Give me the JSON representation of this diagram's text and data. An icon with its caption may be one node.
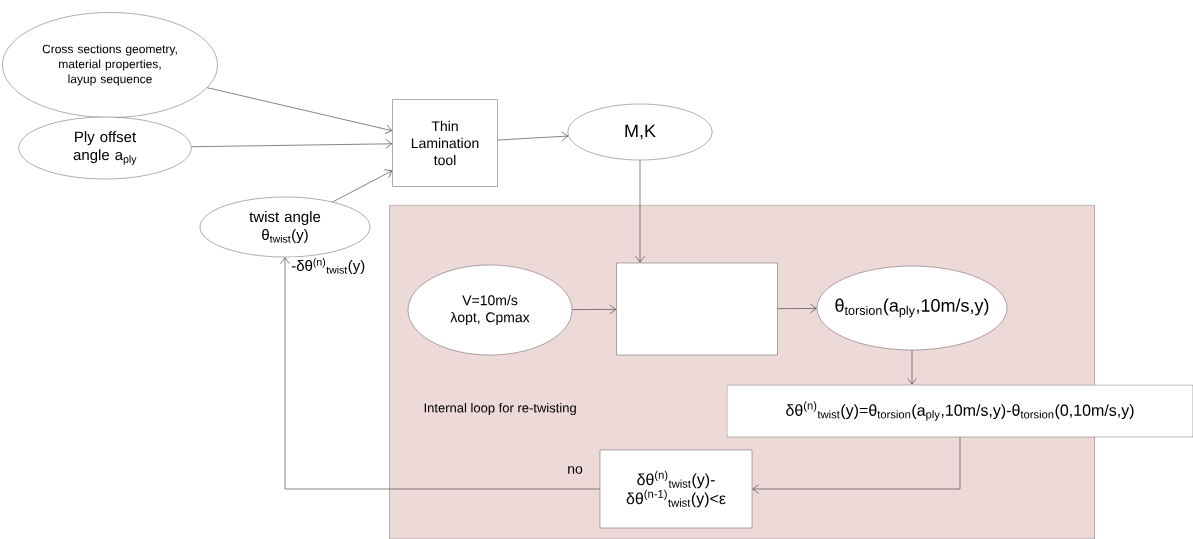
{
  "diagram": {
    "nodes": [
      {
        "text": [
          "Cross sections geometry, material properties, layup sequence"
        ]
      },
      {
        "text": [
          "Ply offset angle a$_{ply}$"
        ]
      },
      {
        "text": [
          "twist angle θ$_{twist}$(y)"
        ]
      },
      {
        "text": [
          "Thin Lamination tool"
        ]
      },
      {
        "text": [
          "M,K"
        ]
      },
      {
        "text": [
          "Internal loop for re-twisting"
        ]
      },
      {
        "text": [
          "V=10m/s λopt, Cpmax"
        ],
        "in": 5
      },
      {
        "text": [],
        "shape": "box",
        "in": 5
      },
      {
        "text": [
          "θ$_{torsion}$(a$_{ply}$,10m/s,y)"
        ],
        "in": 5
      },
      {
        "text": [
          "δθ$^{(n)}$$_{twist}$(y)=θ$_{torsion}$(a$_{ply}$,10m/s,y)-θ$_{torsion}$(0,10m/s,y)"
        ]
      },
      {
        "text": [
          "δθ$^{(n)}$$_{twist}$(y)- δθ$^{(n-1)}$$_{twist}$(y)<ε"
        ],
        "in": 5
      }
    ],
    "edges": [
      {
        "from": 0,
        "to": 3,
        "arrow": "to"
      },
      {
        "from": 1,
        "to": 3,
        "arrow": "to"
      },
      {
        "from": 2,
        "to": 3,
        "arrow": "to"
      },
      {
        "from": 3,
        "to": 4,
        "arrow": "to"
      },
      {
        "from": 4,
        "to": 7,
        "arrow": "to"
      },
      {
        "from": 6,
        "to": 7,
        "arrow": "to"
      },
      {
        "from": 7,
        "to": 8,
        "arrow": "to"
      },
      {
        "from": 8,
        "to": 9,
        "arrow": "to"
      },
      {
        "from": 9,
        "to": 10,
        "arrow": "to"
      },
      {
        "from": 10,
        "to": 2,
        "arrow": "to",
        "label": "no"
      }
    ],
    "labels": [
      "-δθ$^{(n)}$$_{twist}$(y)"
    ]
  }
}
